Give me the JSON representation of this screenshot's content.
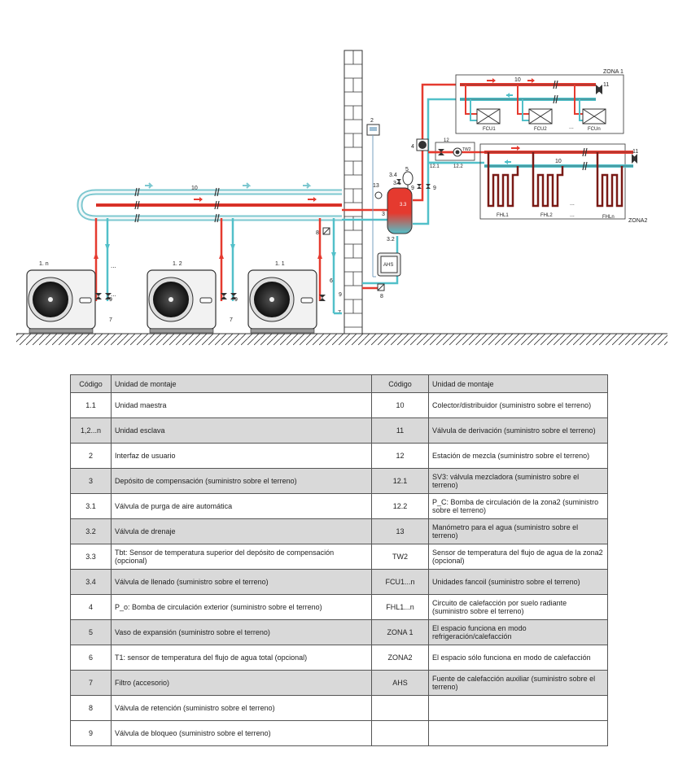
{
  "diagram": {
    "zona1": "ZONA 1",
    "zona2": "ZONA2",
    "collector": "10",
    "valve11": "11",
    "fcu1": "FCU1",
    "fcu2": "FCU2",
    "fcun": "FCUn",
    "dots": "...",
    "mix12": "12",
    "mix121": "12.1",
    "mix122": "12.2",
    "tw2": "TW2",
    "fhl1": "FHL1",
    "fhl2": "FHL2",
    "fhln": "FHLn",
    "ui2": "2",
    "n4": "4",
    "n5": "5",
    "n13": "13",
    "n34": "3.4",
    "n31": "3.1",
    "n33": "3.3",
    "n3": "3",
    "n32": "3.2",
    "n9": "9",
    "n8": "8",
    "n6": "6",
    "n7": "7",
    "ahs": "AHS",
    "unit1n": "1. n",
    "unit12": "1. 2",
    "unit11": "1. 1"
  },
  "table": {
    "header": {
      "code": "Código",
      "unit": "Unidad de montaje"
    },
    "rows": [
      {
        "c1": "1.1",
        "u1": "Unidad maestra",
        "c2": "10",
        "u2": "Colector/distribuidor (suministro sobre el terreno)"
      },
      {
        "c1": "1,2...n",
        "u1": "Unidad esclava",
        "c2": "11",
        "u2": "Válvula de derivación (suministro sobre el terreno)"
      },
      {
        "c1": "2",
        "u1": "Interfaz de usuario",
        "c2": "12",
        "u2": "Estación de mezcla (suministro sobre el terreno)"
      },
      {
        "c1": "3",
        "u1": "Depósito de compensación (suministro sobre el terreno)",
        "c2": "12.1",
        "u2": "SV3: válvula mezcladora (suministro sobre el terreno)"
      },
      {
        "c1": "3.1",
        "u1": "Válvula de purga de aire automática",
        "c2": "12.2",
        "u2": "P_C: Bomba de circulación de la zona2 (suministro sobre el terreno)"
      },
      {
        "c1": "3.2",
        "u1": "Válvula de drenaje",
        "c2": "13",
        "u2": "Manómetro para el agua (suministro sobre el terreno)"
      },
      {
        "c1": "3.3",
        "u1": "Tbt: Sensor de temperatura superior del depósito de compensación (opcional)",
        "c2": "TW2",
        "u2": "Sensor de temperatura del flujo de agua de la zona2 (opcional)"
      },
      {
        "c1": "3.4",
        "u1": "Válvula de llenado (suministro sobre el terreno)",
        "c2": "FCU1...n",
        "u2": "Unidades fancoil (suministro sobre el terreno)"
      },
      {
        "c1": "4",
        "u1": "P_o: Bomba de circulación exterior (suministro sobre el terreno)",
        "c2": "FHL1...n",
        "u2": "Circuito de calefacción por suelo radiante (suministro sobre el terreno)"
      },
      {
        "c1": "5",
        "u1": "Vaso de expansión (suministro sobre el terreno)",
        "c2": "ZONA 1",
        "u2": "El espacio funciona en modo refrigeración/calefacción"
      },
      {
        "c1": "6",
        "u1": "T1: sensor de temperatura del flujo de agua total (opcional)",
        "c2": "ZONA2",
        "u2": "El espacio sólo funciona en modo de calefacción"
      },
      {
        "c1": "7",
        "u1": "Filtro (accesorio)",
        "c2": "AHS",
        "u2": "Fuente de calefacción auxiliar (suministro sobre el terreno)"
      },
      {
        "c1": "8",
        "u1": "Válvula de retención (suministro sobre el terreno)",
        "c2": "",
        "u2": ""
      },
      {
        "c1": "9",
        "u1": "Válvula de bloqueo (suministro sobre el terreno)",
        "c2": "",
        "u2": ""
      }
    ]
  }
}
